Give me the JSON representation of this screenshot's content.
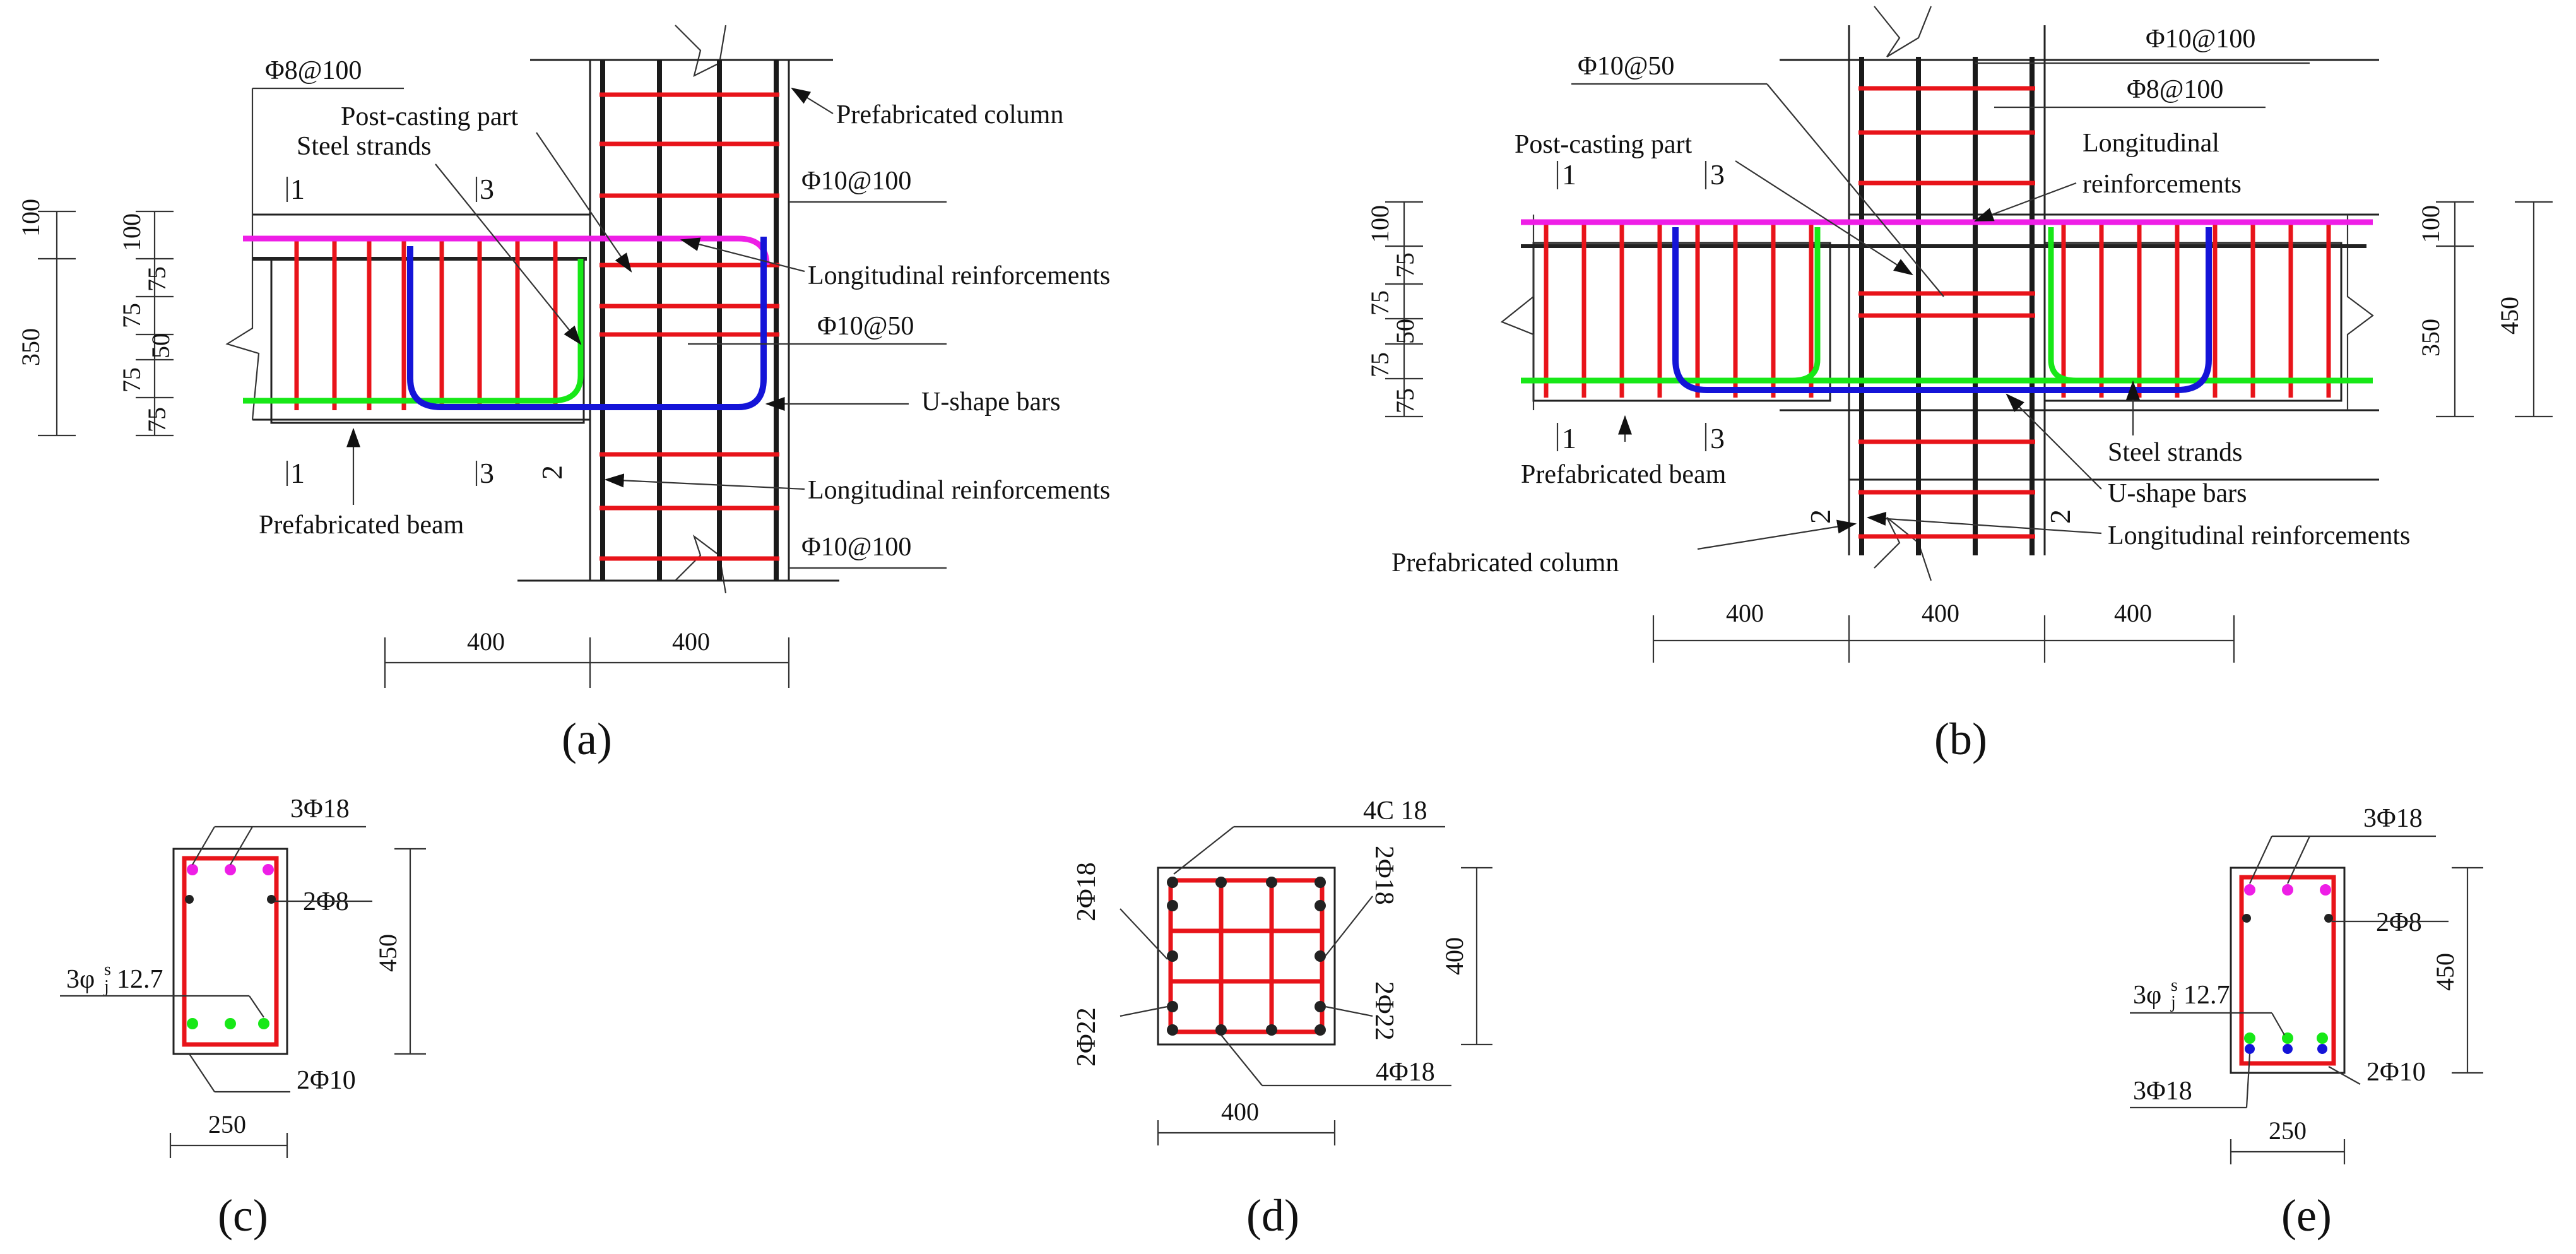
{
  "panel_a": {
    "caption": "(a)",
    "labels": {
      "stirrup_beam": "Φ8@100",
      "post_casting": "Post-casting part",
      "steel_strands": "Steel strands",
      "prefab_column": "Prefabricated column",
      "col_stirrup_top": "Φ10@100",
      "long_reinf_top": "Longitudinal reinforcements",
      "joint_stirrup": "Φ10@50",
      "u_shape": "U-shape bars",
      "long_reinf_bottom": "Longitudinal reinforcements",
      "col_stirrup_bottom": "Φ10@100",
      "prefab_beam": "Prefabricated beam"
    },
    "section_marks": {
      "s1": "1",
      "s3": "3",
      "s2": "2"
    },
    "dims_left": [
      "100",
      "350"
    ],
    "dims_mid": [
      "100",
      "75",
      "75",
      "50",
      "75",
      "75"
    ],
    "dims_bottom": [
      "400",
      "400"
    ]
  },
  "panel_b": {
    "caption": "(b)",
    "labels": {
      "col_stirrup_top": "Φ10@100",
      "joint_stirrup": "Φ10@50",
      "beam_stirrup": "Φ8@100",
      "post_casting": "Post-casting part",
      "long_reinf_top_1": "Longitudinal",
      "long_reinf_top_2": "reinforcements",
      "prefab_beam": "Prefabricated beam",
      "steel_strands": "Steel strands",
      "u_shape": "U-shape bars",
      "long_reinf_bottom": "Longitudinal reinforcements",
      "prefab_column": "Prefabricated column"
    },
    "section_marks": {
      "s1": "1",
      "s3": "3",
      "s2": "2"
    },
    "dims_left": [
      "100",
      "75",
      "75",
      "50",
      "75",
      "75"
    ],
    "dims_right": [
      "100",
      "350",
      "450"
    ],
    "dims_bottom": [
      "400",
      "400",
      "400"
    ]
  },
  "panel_c": {
    "caption": "(c)",
    "labels": {
      "top": "3Φ18",
      "mid": "2Φ8",
      "strand": "3φ",
      "strand_sup": "s",
      "strand_sub": "j",
      "strand_val": "12.7",
      "bot": "2Φ10"
    },
    "dims": {
      "height": "450",
      "width": "250"
    }
  },
  "panel_d": {
    "caption": "(d)",
    "labels": {
      "top_right": "4C 18",
      "left_upper": "2Φ18",
      "right_upper": "2Φ18",
      "left_lower": "2Φ22",
      "right_lower": "2Φ22",
      "bottom_right": "4Φ18"
    },
    "dims": {
      "height": "400",
      "width": "400"
    }
  },
  "panel_e": {
    "caption": "(e)",
    "labels": {
      "top": "3Φ18",
      "mid": "2Φ8",
      "strand": "3φ",
      "strand_sup": "s",
      "strand_sub": "j",
      "strand_val": "12.7",
      "bot_left": "3Φ18",
      "bot_right": "2Φ10"
    },
    "dims": {
      "height": "450",
      "width": "250"
    }
  },
  "colors": {
    "stirrups": "#e8141a",
    "top_longitudinal": "#ee1ee6",
    "steel_strands": "#17e817",
    "u_shape_bars": "#1414d8",
    "column_bars": "#1a1a1a"
  }
}
